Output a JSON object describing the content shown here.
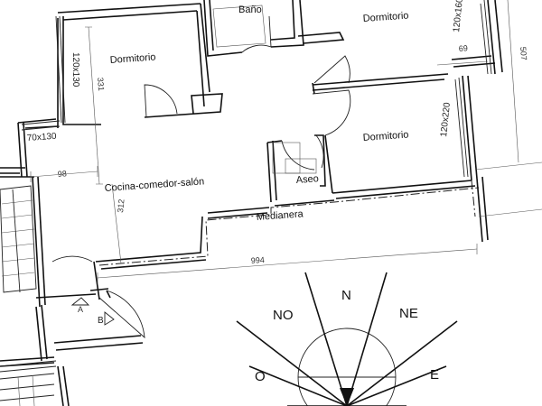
{
  "rooms": {
    "bano": "Baño",
    "dormitorio_top_left": "Dormitorio",
    "dormitorio_top_right": "Dormitorio",
    "dormitorio_right": "Dormitorio",
    "cocina": "Cocina-comedor-salón",
    "aseo": "Aseo",
    "medianera": "Medianera"
  },
  "windows": {
    "w_120x130": "120x130",
    "w_70x130": "70x130",
    "w_120x160": "120x160",
    "w_120x220": "120x220"
  },
  "dimensions": {
    "d_331": "331",
    "d_98": "98",
    "d_312": "312",
    "d_994": "994",
    "d_69": "69",
    "d_507": "507"
  },
  "markers": {
    "a": "A",
    "b": "B"
  },
  "compass": {
    "n": "N",
    "no": "NO",
    "ne": "NE",
    "o": "O",
    "e": "E"
  }
}
